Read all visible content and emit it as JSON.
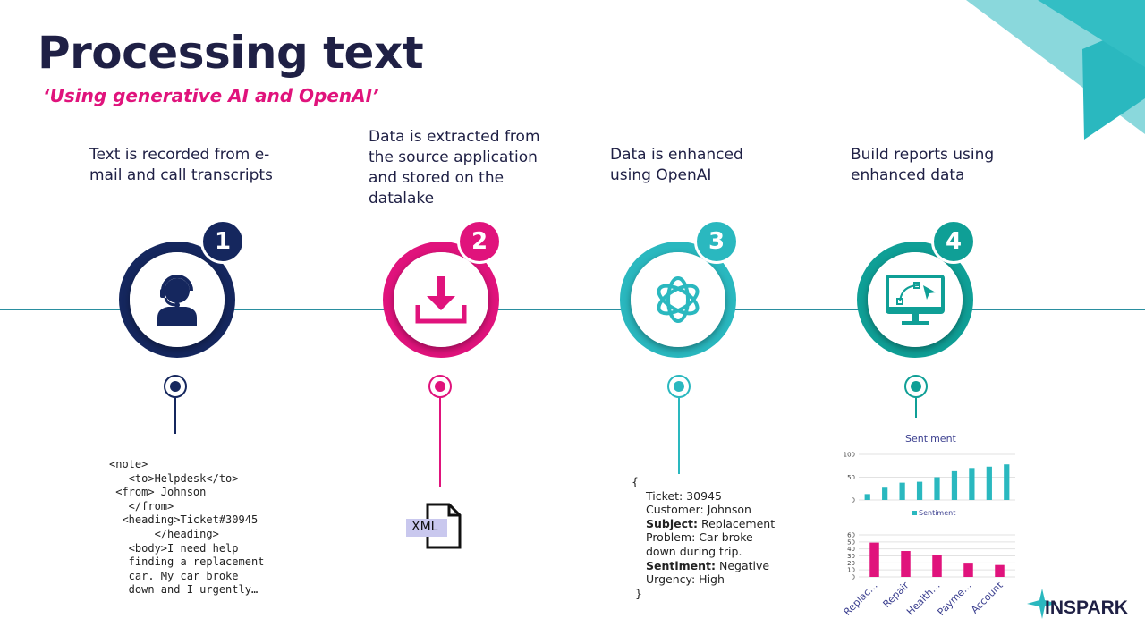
{
  "header": {
    "title": "Processing text",
    "subtitle": "‘Using generative AI and OpenAI’"
  },
  "steps": [
    {
      "number": "1",
      "text": [
        "Text is recorded from e-",
        "mail and call transcripts"
      ],
      "color": "#15275e",
      "icon": "headset-agent-icon"
    },
    {
      "number": "2",
      "text": [
        "Data is extracted from",
        "the source application",
        "and stored on the",
        "datalake"
      ],
      "color": "#e0137c",
      "icon": "download-icon"
    },
    {
      "number": "3",
      "text": [
        "Data is enhanced",
        "using OpenAI"
      ],
      "color": "#2ab8bf",
      "icon": "openai-logo-icon"
    },
    {
      "number": "4",
      "text": [
        "Build reports using",
        "enhanced data"
      ],
      "color": "#0f9f96",
      "icon": "monitor-design-icon"
    }
  ],
  "email_sample": [
    "<note>",
    "   <to>Helpdesk</to>",
    " <from> Johnson",
    "   </from>",
    "  <heading>Ticket#30945",
    "       </heading>",
    "   <body>I need help",
    "   finding a replacement",
    "   car. My car broke",
    "   down and I urgently…"
  ],
  "xml_file": {
    "label": "XML",
    "icon": "xml-file-icon"
  },
  "enhanced_json": {
    "open": "{",
    "close": "}",
    "fields": [
      {
        "key": "Ticket:",
        "value": " 30945",
        "bold": false
      },
      {
        "key": "Customer:",
        "value": " Johnson",
        "bold": false
      },
      {
        "key": "Subject:",
        "value": " Replacement",
        "bold": true
      },
      {
        "key": "Problem:",
        "value": " Car broke",
        "bold": false
      },
      {
        "key": "",
        "value": "down during trip.",
        "bold": false
      },
      {
        "key": "Sentiment:",
        "value": " Negative",
        "bold": true
      },
      {
        "key": "Urgency:",
        "value": " High",
        "bold": false
      }
    ]
  },
  "chart_data": [
    {
      "type": "bar",
      "title": "Sentiment",
      "legend": "Sentiment",
      "legend_position": "bottom",
      "ylim": [
        0,
        100
      ],
      "yticks": [
        "0",
        "50",
        "100"
      ],
      "values": [
        13,
        27,
        38,
        40,
        50,
        63,
        70,
        73,
        78
      ],
      "color": "#2ab8bf",
      "grid": true
    },
    {
      "type": "bar",
      "categories": [
        "Replac…",
        "Repair",
        "Health…",
        "Payme…",
        "Account"
      ],
      "values": [
        49,
        37,
        31,
        19,
        17
      ],
      "ylim": [
        0,
        60
      ],
      "yticks": [
        "0",
        "10",
        "20",
        "30",
        "40",
        "50",
        "60"
      ],
      "color": "#e0137c",
      "grid": true
    }
  ],
  "brand": {
    "name": "INSPARK",
    "icon": "inspark-star-icon"
  },
  "colors": {
    "navy": "#1f2045",
    "pink": "#e0137c",
    "teal": "#2ab8bf",
    "teal_dark": "#0f9f96",
    "timeline": "#2a8fa0"
  }
}
